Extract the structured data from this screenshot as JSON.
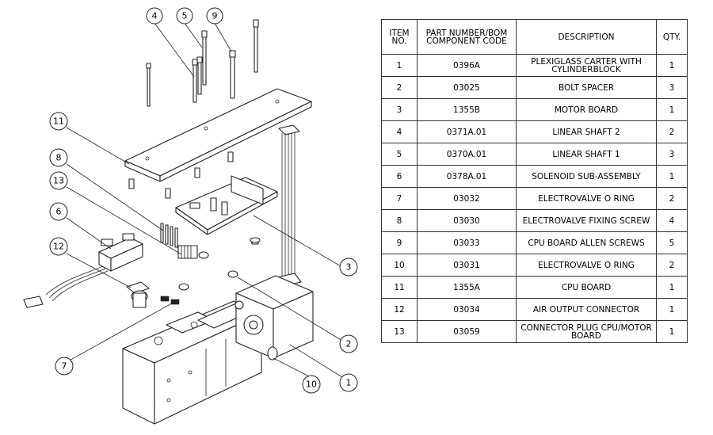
{
  "table": {
    "headers": [
      "ITEM NO.",
      "PART NUMBER/BOM COMPONENT CODE",
      "DESCRIPTION",
      "QTY."
    ],
    "rows": [
      {
        "item": "1",
        "code": "0396A",
        "description": "PLEXIGLASS CARTER WITH CYLINDERBLOCK",
        "qty": "1"
      },
      {
        "item": "2",
        "code": "03025",
        "description": "BOLT SPACER",
        "qty": "3"
      },
      {
        "item": "3",
        "code": "1355B",
        "description": "MOTOR BOARD",
        "qty": "1"
      },
      {
        "item": "4",
        "code": "0371A.01",
        "description": "LINEAR SHAFT 2",
        "qty": "2"
      },
      {
        "item": "5",
        "code": "0370A.01",
        "description": "LINEAR SHAFT 1",
        "qty": "3"
      },
      {
        "item": "6",
        "code": "0378A.01",
        "description": "SOLENOID SUB-ASSEMBLY",
        "qty": "1"
      },
      {
        "item": "7",
        "code": "03032",
        "description": "ELECTROVALVE O RING",
        "qty": "2"
      },
      {
        "item": "8",
        "code": "03030",
        "description": "ELECTROVALVE FIXING SCREW",
        "qty": "4"
      },
      {
        "item": "9",
        "code": "03033",
        "description": "CPU BOARD ALLEN SCREWS",
        "qty": "5"
      },
      {
        "item": "10",
        "code": "03031",
        "description": "ELECTROVALVE O RING",
        "qty": "2"
      },
      {
        "item": "11",
        "code": "1355A",
        "description": "CPU BOARD",
        "qty": "1"
      },
      {
        "item": "12",
        "code": "03034",
        "description": "AIR OUTPUT CONNECTOR",
        "qty": "1"
      },
      {
        "item": "13",
        "code": "03059",
        "description": "CONNECTOR PLUG CPU/MOTOR BOARD",
        "qty": "1"
      }
    ]
  },
  "balloons": [
    {
      "id": "b4",
      "label": "4"
    },
    {
      "id": "b5",
      "label": "5"
    },
    {
      "id": "b9",
      "label": "9"
    },
    {
      "id": "b11",
      "label": "11"
    },
    {
      "id": "b8",
      "label": "8"
    },
    {
      "id": "b13",
      "label": "13"
    },
    {
      "id": "b6",
      "label": "6"
    },
    {
      "id": "b12",
      "label": "12"
    },
    {
      "id": "b3",
      "label": "3"
    },
    {
      "id": "b2",
      "label": "2"
    },
    {
      "id": "b7",
      "label": "7"
    },
    {
      "id": "b10",
      "label": "10"
    },
    {
      "id": "b1",
      "label": "1"
    }
  ]
}
